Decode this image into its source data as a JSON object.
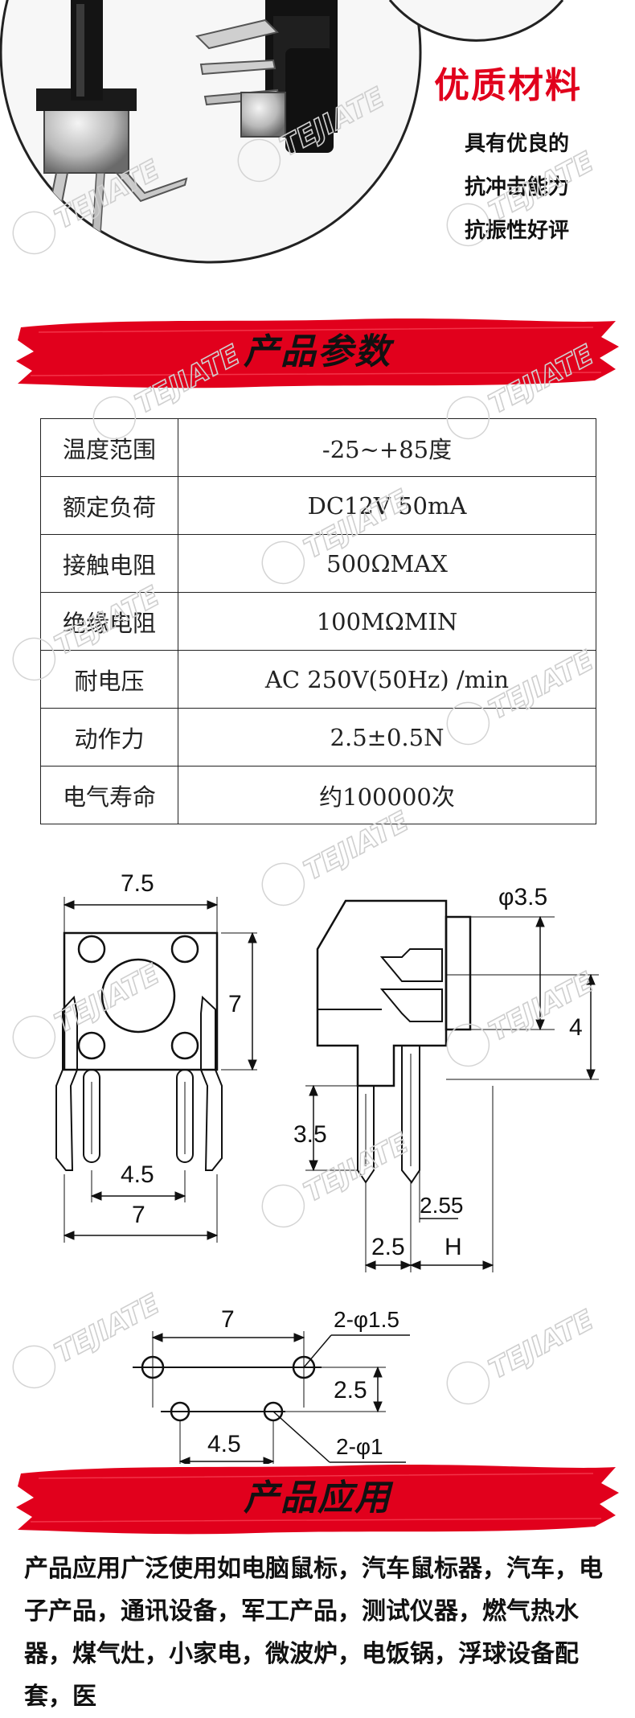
{
  "feature": {
    "title": "优质材料",
    "lines": [
      "具有优良的",
      "抗冲击能力",
      "抗振性好评"
    ]
  },
  "params_section": {
    "title": "产品参数"
  },
  "spec_table": [
    {
      "name": "温度范围",
      "value": "-25~+85度"
    },
    {
      "name": "额定负荷",
      "value": "DC12V 50mA"
    },
    {
      "name": "接触电阻",
      "value": "500ΩMAX"
    },
    {
      "name": "绝缘电阻",
      "value": "100MΩMIN"
    },
    {
      "name": "耐电压",
      "value": "AC 250V(50Hz) /min"
    },
    {
      "name": "动作力",
      "value": "2.5±0.5N"
    },
    {
      "name": "电气寿命",
      "value": "约100000次"
    }
  ],
  "drawing": {
    "front_width": "7.5",
    "front_height": "7",
    "pin_spacing": "4.5",
    "base_width": "7",
    "side_diameter": "φ3.5",
    "side_height": "4",
    "pin_length": "3.5",
    "pin_offset": "2.55",
    "pin_pitch": "2.5",
    "h_label": "H",
    "pcb_spacing": "7",
    "pcb_hole_large": "2-φ1.5",
    "pcb_row_gap": "2.5",
    "pcb_small_spacing": "4.5",
    "pcb_hole_small": "2-φ1"
  },
  "application_section": {
    "title": "产品应用"
  },
  "application_text": "产品应用广泛使用如电脑鼠标，汽车鼠标器，汽车，电子产品，通讯设备，军工产品，测试仪器，燃气热水器，煤气灶，小家电，微波炉，电饭锅，浮球设备配套，医",
  "watermark": {
    "brand": "TEJIATE"
  },
  "colors": {
    "accent_red": "#e1001c",
    "text": "#111111"
  }
}
